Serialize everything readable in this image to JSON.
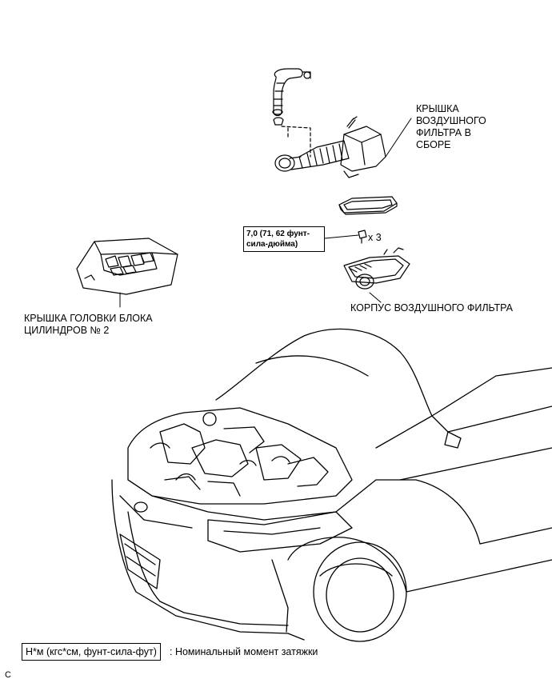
{
  "labels": {
    "air_cleaner_cap": "КРЫШКА\nВОЗДУШНОГО\nФИЛЬТРА В\nСБОРЕ",
    "head_cover": "КРЫШКА ГОЛОВКИ БЛОКА\nЦИЛИНДРОВ № 2",
    "air_cleaner_case": "КОРПУС ВОЗДУШНОГО ФИЛЬТРА",
    "torque_spec": "7,0 (71, 62 фунт-\nсила-дюйма)",
    "bolt_qty": "x 3"
  },
  "legend": {
    "unit_box": "Н*м (кгс*см, фунт-сила-фут)",
    "description": ": Номинальный момент затяжки"
  },
  "corner_mark": "C"
}
